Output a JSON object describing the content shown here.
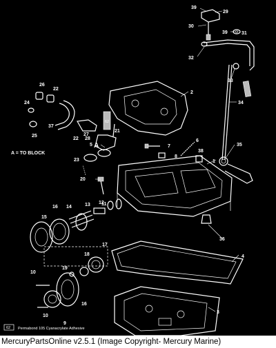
{
  "callouts": [
    "39",
    "29",
    "30",
    "39",
    "31",
    "32",
    "33",
    "34",
    "2",
    "26",
    "22",
    "24",
    "25",
    "37",
    "62",
    "21",
    "22",
    "27",
    "28",
    "5",
    "23",
    "7",
    "6",
    "38",
    "8",
    "35",
    "1",
    "20",
    "16",
    "14",
    "13",
    "12",
    "11",
    "15",
    "18",
    "17",
    "19",
    "10",
    "16",
    "9",
    "10",
    "36",
    "4",
    "3",
    "A",
    "62"
  ],
  "note": {
    "text": "A = TO BLOCK"
  },
  "legend": {
    "code": "62",
    "text": "Permabond 105 Cyanacrylate Adhesive"
  },
  "footer": {
    "text": "MercuryPartsOnline v2.5.1 (Image Copyright- Mercury Marine)"
  },
  "colors": {
    "background": "#000000",
    "lines": "#ffffff",
    "footer_bg": "#ffffff",
    "footer_text": "#000000"
  }
}
